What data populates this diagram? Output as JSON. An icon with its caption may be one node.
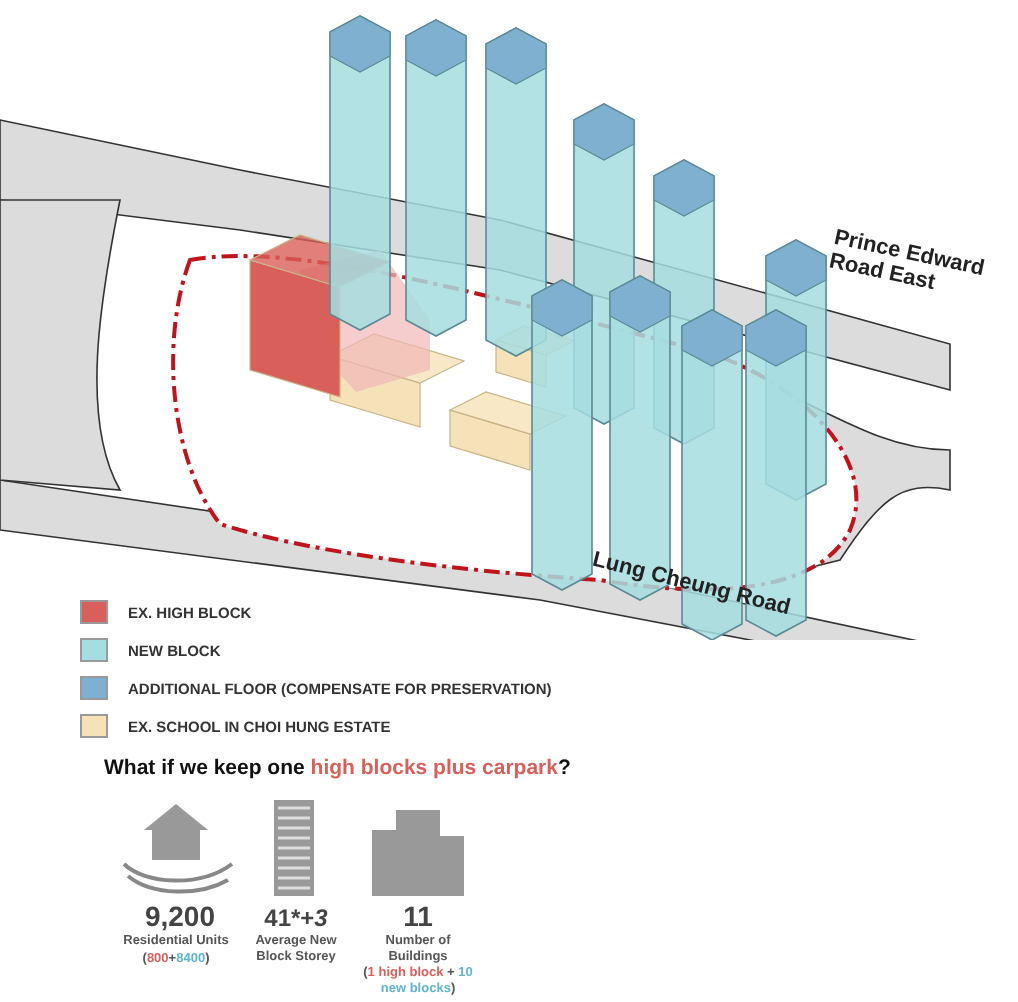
{
  "diagram": {
    "labels": [
      "Prince Edward Road East",
      "Lung Cheung Road",
      "What if we keep one *high blocks plus carpark*?",
      "9,200",
      "Residential Units",
      "(**800**+*8400*)",
      "41*+*3*",
      "Average New Block Storey",
      "11",
      "Number of Buildings",
      "(**1 high block** + *10 new blocks*)"
    ],
    "legend": [
      {
        "text": "EX. HIGH BLOCK",
        "color": "#d9605a"
      },
      {
        "text": "NEW BLOCK",
        "color": "#a6dde0"
      },
      {
        "text": "ADDITIONAL FLOOR (COMPENSATE FOR PRESERVATION)",
        "color": "#7fb0cf"
      },
      {
        "text": "EX. SCHOOL IN CHOI HUNG ESTATE",
        "color": "#f6e2b8"
      }
    ]
  }
}
